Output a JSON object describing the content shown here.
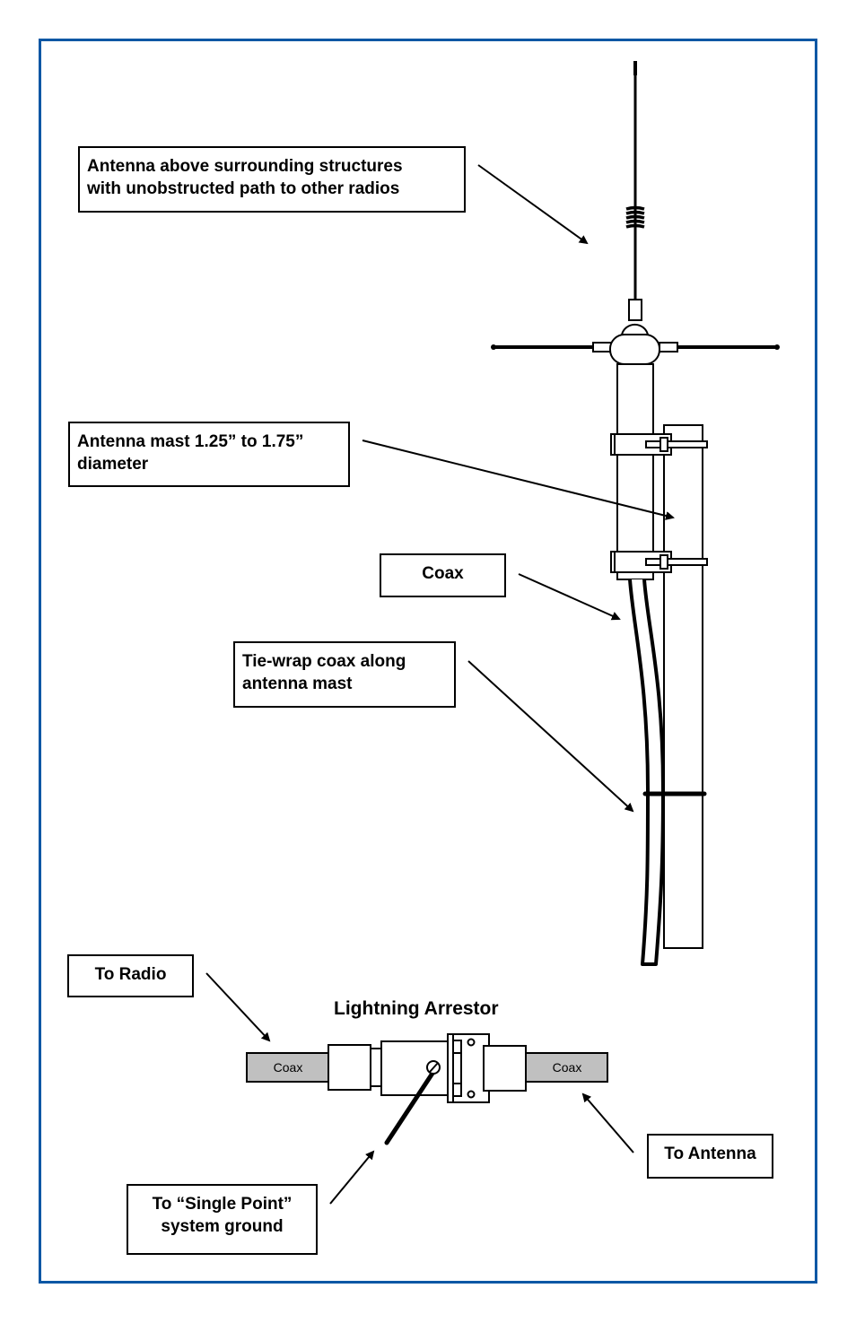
{
  "diagram": {
    "border_color": "#0b57a4",
    "coax_fill": "#c0c0c0",
    "callouts": {
      "antenna": "Antenna above surrounding structures with unobstructed path to other radios",
      "antenna_line1": "Antenna above surrounding structures",
      "antenna_line2": "with unobstructed path to other radios",
      "mast_line1": "Antenna mast 1.25” to 1.75”",
      "mast_line2": "diameter",
      "coax": "Coax",
      "tiewrap_line1": "Tie-wrap coax along",
      "tiewrap_line2": "antenna mast",
      "to_radio": "To Radio",
      "to_antenna": "To Antenna",
      "ground_line1": "To “Single Point”",
      "ground_line2": "system ground"
    },
    "arrestor": {
      "title": "Lightning Arrestor",
      "left_coax_label": "Coax",
      "right_coax_label": "Coax"
    }
  }
}
